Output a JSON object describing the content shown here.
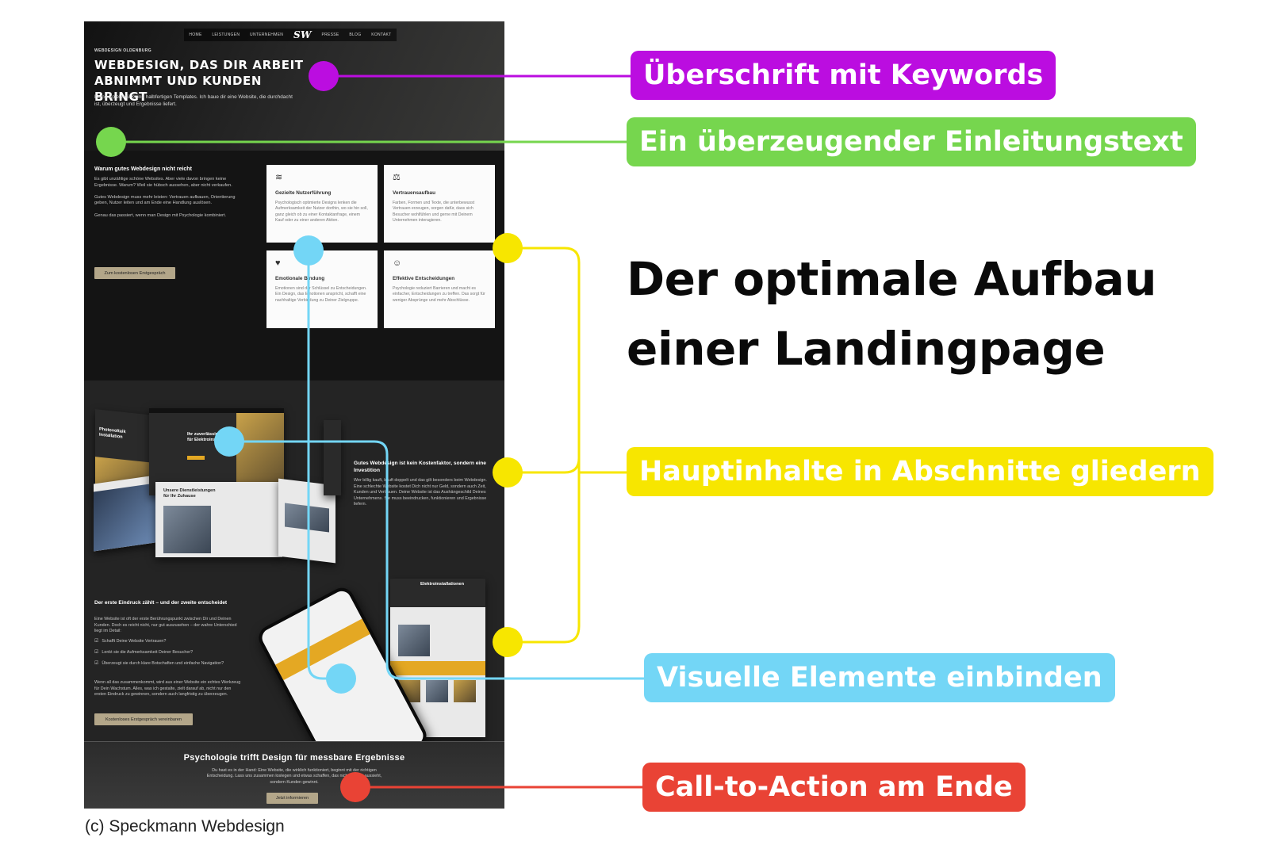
{
  "headline": {
    "line1": "Der optimale Aufbau",
    "line2": "einer Landingpage"
  },
  "credit": "(c) Speckmann Webdesign",
  "labels": {
    "keywords": {
      "text": "Überschrift mit Keywords",
      "color": "#bb0de0"
    },
    "intro": {
      "text": "Ein überzeugender Einleitungstext",
      "color": "#76d64e"
    },
    "sections": {
      "text": "Hauptinhalte in Abschnitte gliedern",
      "color": "#f7e600"
    },
    "visuals": {
      "text": "Visuelle Elemente einbinden",
      "color": "#73d6f6"
    },
    "cta": {
      "text": "Call-to-Action am Ende",
      "color": "#e94335"
    }
  },
  "mockup": {
    "nav": {
      "home": "HOME",
      "leistungen": "LEISTUNGEN",
      "unternehmen": "UNTERNEHMEN",
      "logo": "SW",
      "presse": "PRESSE",
      "blog": "BLOG",
      "kontakt": "KONTAKT"
    },
    "hero": {
      "eyebrow": "WEBDESIGN OLDENBURG",
      "title": "WEBDESIGN, DAS DIR ARBEIT ABNIMMT UND KUNDEN BRINGT",
      "lead": "Keine Spielerei. Keine halbfertigen Templates. Ich baue dir eine Website, die durchdacht ist, überzeugt und Ergebnisse liefert."
    },
    "why": {
      "title": "Warum gutes Webdesign nicht reicht",
      "p1": "Es gibt unzählige schöne Websites. Aber viele davon bringen keine Ergebnisse. Warum? Weil sie hübsch aussehen, aber nicht verkaufen.",
      "p2": "Gutes Webdesign muss mehr leisten: Vertrauen aufbauen, Orientierung geben, Nutzer leiten und am Ende eine Handlung auslösen.",
      "p3": "Genau das passiert, wenn man Design mit Psychologie kombiniert.",
      "button": "Zum kostenlosen Erstgespräch"
    },
    "cards": [
      {
        "icon": "≋",
        "title": "Gezielte Nutzerführung",
        "text": "Psychologisch optimierte Designs lenken die Aufmerksamkeit der Nutzer dorthin, wo sie hin soll, ganz gleich ob zu einer Kontaktanfrage, einem Kauf oder zu einer anderen Aktion."
      },
      {
        "icon": "⚖",
        "title": "Vertrauensaufbau",
        "text": "Farben, Formen und Texte, die unterbewusst Vertrauen erzeugen, sorgen dafür, dass sich Besucher wohlfühlen und gerne mit Deinem Unternehmen interagieren."
      },
      {
        "icon": "♥",
        "title": "Emotionale Bindung",
        "text": "Emotionen sind der Schlüssel zu Entscheidungen. Ein Design, das Emotionen anspricht, schafft eine nachhaltige Verbindung zu Deiner Zielgruppe."
      },
      {
        "icon": "☺",
        "title": "Effektive Entscheidungen",
        "text": "Psychologie reduziert Barrieren und macht es einfacher, Entscheidungen zu treffen. Das sorgt für weniger Absprünge und mehr Abschlüsse."
      }
    ],
    "cost": {
      "title": "Gutes Webdesign ist kein Kostenfaktor, sondern eine Investition",
      "text": "Wer billig kauft, kauft doppelt und das gilt besonders beim Webdesign. Eine schlechte Website kostet Dich nicht nur Geld, sondern auch Zeit, Kunden und Vertrauen. Deine Website ist das Aushängeschild Deines Unternehmens. Sie muss beeindrucken, funktionieren und Ergebnisse liefern."
    },
    "impression": {
      "title": "Der erste Eindruck zählt – und der zweite entscheidet",
      "text": "Eine Website ist oft der erste Berührungspunkt zwischen Dir und Deinen Kunden. Doch es reicht nicht, nur gut auszusehen – der wahre Unterschied liegt im Detail:",
      "checks": [
        "Schafft Deine Website Vertrauen?",
        "Lenkt sie die Aufmerksamkeit Deiner Besucher?",
        "Überzeugt sie durch klare Botschaften und einfache Navigation?"
      ],
      "text2": "Wenn all das zusammenkommt, wird aus einer Website ein echtes Werkzeug für Dein Wachstum. Alles, was ich gestalte, zielt darauf ab, nicht nur den ersten Eindruck zu gewinnen, sondern auch langfristig zu überzeugen.",
      "button": "Kostenloses Erstgespräch vereinbaren"
    },
    "shots": {
      "pv": "Photovoltaik Installation",
      "partner": "Ihr zuverlässiger Partner für Elektroinstallationen",
      "services": "Unsere Dienstleistungen für Ihr Zuhause",
      "elektro": "Elektroinstallationen"
    },
    "footer": {
      "title": "Psychologie trifft Design für messbare Ergebnisse",
      "text": "Du hast es in der Hand: Eine Website, die wirklich funktioniert, beginnt mit der richtigen Entscheidung. Lass uns zusammen loslegen und etwas schaffen, das nicht nur gut aussieht, sondern Kunden gewinnt.",
      "button": "Jetzt informieren"
    }
  }
}
